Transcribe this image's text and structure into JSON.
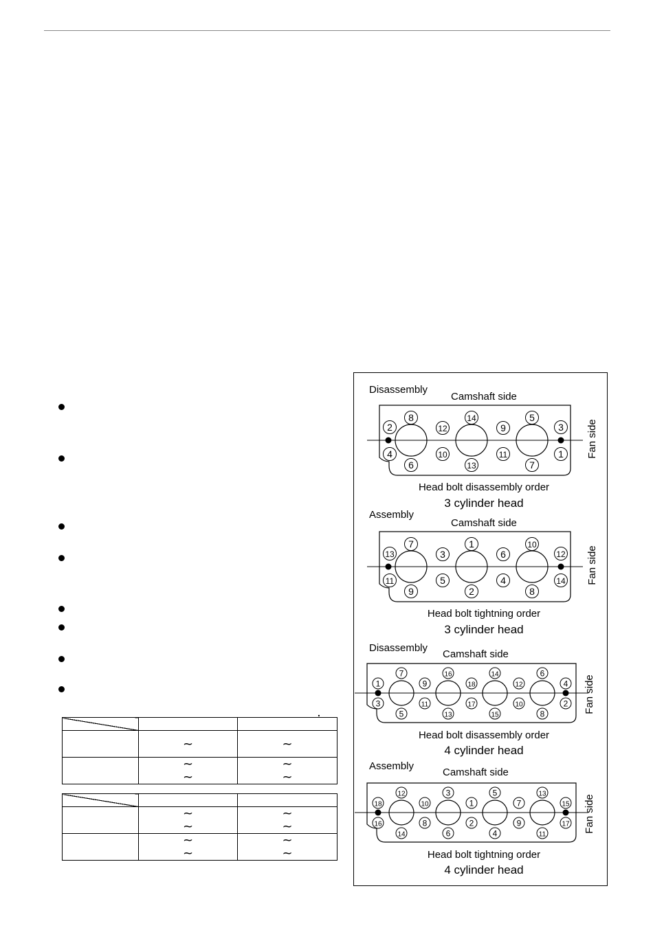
{
  "tables": [
    {
      "rows": [
        {
          "c2": [
            "~"
          ],
          "c3": [
            "~"
          ]
        },
        {
          "c2": [
            "~",
            "~"
          ],
          "c3": [
            "~",
            "~"
          ]
        }
      ]
    },
    {
      "rows": [
        {
          "c2": [
            "~",
            "~"
          ],
          "c3": [
            "~",
            "~"
          ]
        },
        {
          "c2": [
            "~",
            "~"
          ],
          "c3": [
            "~",
            "~"
          ]
        }
      ]
    }
  ],
  "figure": {
    "panels": [
      {
        "mode": "Disassembly",
        "top": "Camshaft side",
        "side": "Fan side",
        "caption": "Head bolt disassembly order",
        "subcaption": "3 cylinder head",
        "upper": [
          "2",
          "8",
          "12",
          "14",
          "9",
          "5",
          "3"
        ],
        "lower": [
          "4",
          "6",
          "10",
          "13",
          "11",
          "7",
          "1"
        ]
      },
      {
        "mode": "Assembly",
        "top": "Camshaft side",
        "side": "Fan side",
        "caption": "Head bolt tightning order",
        "subcaption": "3 cylinder head",
        "upper": [
          "13",
          "7",
          "3",
          "1",
          "6",
          "10",
          "12"
        ],
        "lower": [
          "11",
          "9",
          "5",
          "2",
          "4",
          "8",
          "14"
        ]
      },
      {
        "mode": "Disassembly",
        "top": "Camshaft side",
        "side": "Fan side",
        "caption": "Head bolt disassembly order",
        "subcaption": "4 cylinder head",
        "upper": [
          "1",
          "7",
          "9",
          "16",
          "18",
          "14",
          "12",
          "6",
          "4"
        ],
        "lower": [
          "3",
          "5",
          "11",
          "13",
          "17",
          "15",
          "10",
          "8",
          "2"
        ]
      },
      {
        "mode": "Assembly",
        "top": "Camshaft side",
        "side": "Fan side",
        "caption": "Head bolt tightning order",
        "subcaption": "4 cylinder head",
        "upper": [
          "18",
          "12",
          "10",
          "3",
          "1",
          "5",
          "7",
          "13",
          "15"
        ],
        "lower": [
          "16",
          "14",
          "8",
          "6",
          "2",
          "4",
          "9",
          "11",
          "17"
        ]
      }
    ]
  }
}
